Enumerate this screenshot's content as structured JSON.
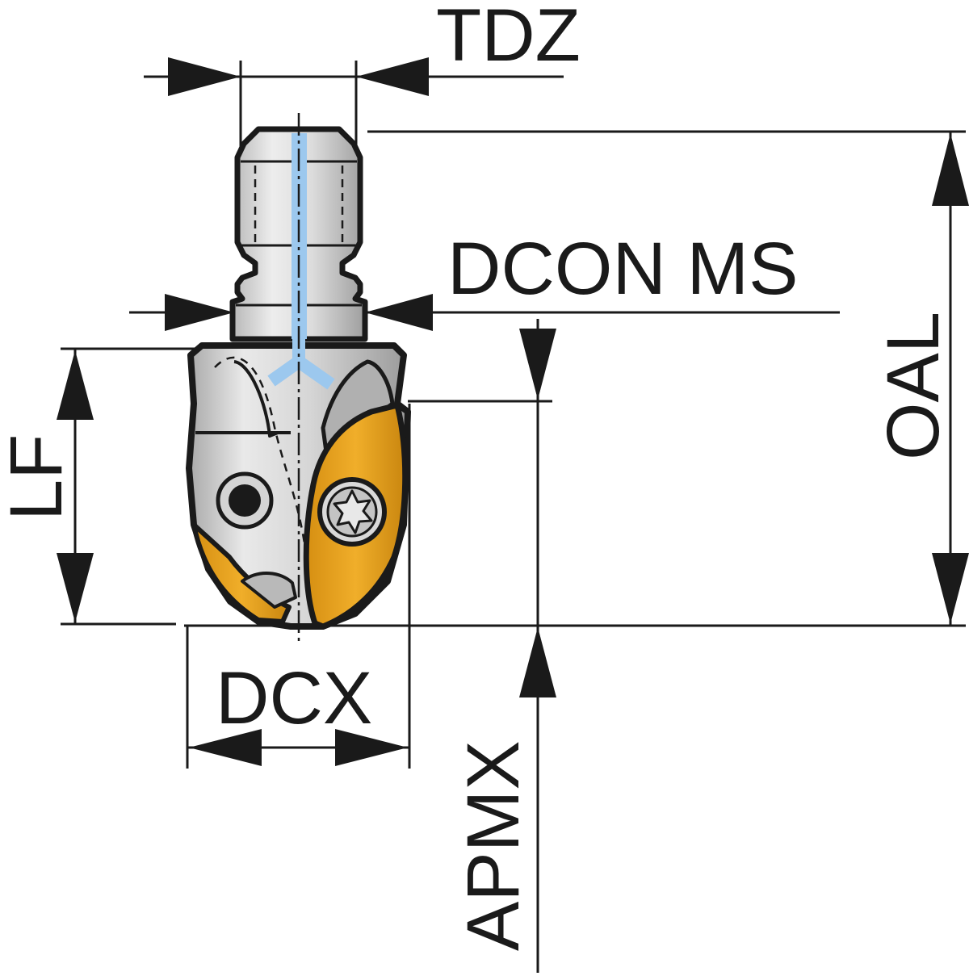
{
  "labels": {
    "tdz": "TDZ",
    "dcon_ms": "DCON MS",
    "oal": "OAL",
    "lf": "LF",
    "dcx": "DCX",
    "apmx": "APMX"
  },
  "colors": {
    "outline": "#1a1a1a",
    "steel_light": "#e6e6e6",
    "steel_mid": "#cfcfcf",
    "steel_dark": "#a8a8a8",
    "coolant": "#9cc8ee",
    "insert_gold": "#e8a21c",
    "insert_gold_dark": "#c9860f",
    "background": "#ffffff"
  },
  "icons": {
    "screw": "torx-screw-icon",
    "hole": "coolant-hole-icon"
  }
}
